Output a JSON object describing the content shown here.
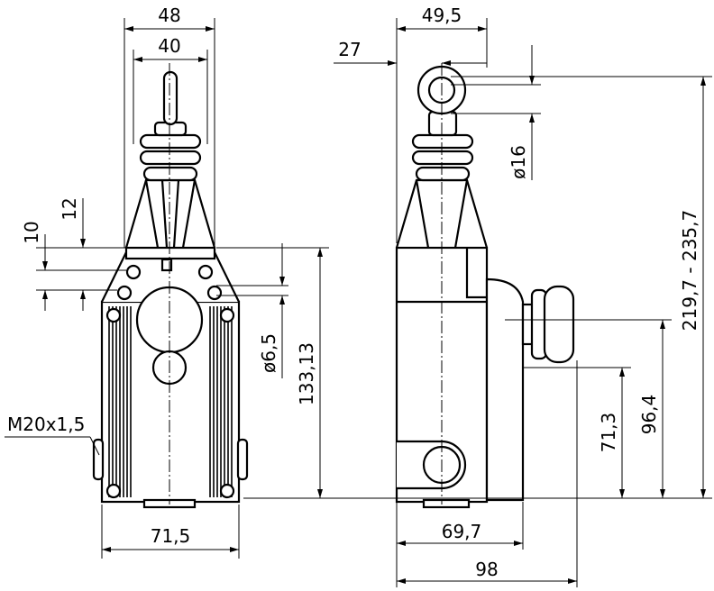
{
  "dimensions": {
    "width_48": "48",
    "width_40": "40",
    "width_49_5": "49,5",
    "offset_27": "27",
    "dia_16": "ø16",
    "height_range": "219,7 - 235,7",
    "dim_12": "12",
    "dim_10": "10",
    "dia_6_5": "ø6,5",
    "height_133_13": "133,13",
    "thread": "M20x1,5",
    "width_71_5": "71,5",
    "width_69_7": "69,7",
    "width_98": "98",
    "height_71_3": "71,3",
    "height_96_4": "96,4"
  }
}
